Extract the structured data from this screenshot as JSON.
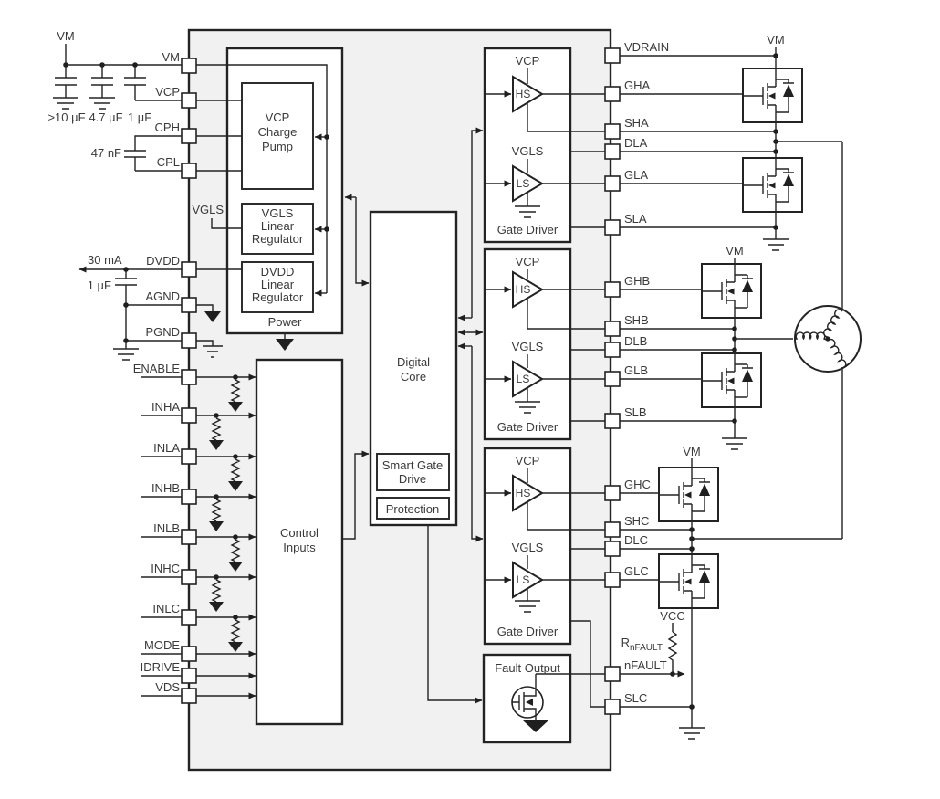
{
  "pins": {
    "left": [
      "VM",
      "VCP",
      "CPH",
      "CPL",
      "DVDD",
      "AGND",
      "PGND",
      "ENABLE",
      "INHA",
      "INLA",
      "INHB",
      "INLB",
      "INHC",
      "INLC",
      "MODE",
      "IDRIVE",
      "VDS"
    ],
    "right": [
      "VDRAIN",
      "GHA",
      "SHA",
      "DLA",
      "GLA",
      "SLA",
      "GHB",
      "SHB",
      "DLB",
      "GLB",
      "SLB",
      "GHC",
      "SHC",
      "DLC",
      "GLC",
      "nFAULT",
      "SLC"
    ]
  },
  "blocks": {
    "power": "Power",
    "vcp_charge_pump": [
      "VCP",
      "Charge",
      "Pump"
    ],
    "vgls_regulator": [
      "VGLS",
      "Linear",
      "Regulator"
    ],
    "dvdd_regulator": [
      "DVDD",
      "Linear",
      "Regulator"
    ],
    "control_inputs": [
      "Control",
      "Inputs"
    ],
    "digital_core": [
      "Digital",
      "Core"
    ],
    "smart_gate_drive": [
      "Smart Gate",
      "Drive"
    ],
    "protection": "Protection",
    "gate_driver": "Gate Driver",
    "fault_output": "Fault Output",
    "hs_buffer": "HS",
    "ls_buffer": "LS"
  },
  "nets": {
    "vm": "VM",
    "vcp": "VCP",
    "vgls": "VGLS",
    "vcc": "VCC",
    "rnfault_prefix": "R",
    "rnfault_sub": "nFAULT"
  },
  "components": {
    "bulk_cap": ">10 µF",
    "vm_cap": "4.7 µF",
    "vcp_cap": "1 µF",
    "flying_cap": "47 nF",
    "dvdd_cap": "1 µF",
    "dvdd_current": "30 mA"
  }
}
